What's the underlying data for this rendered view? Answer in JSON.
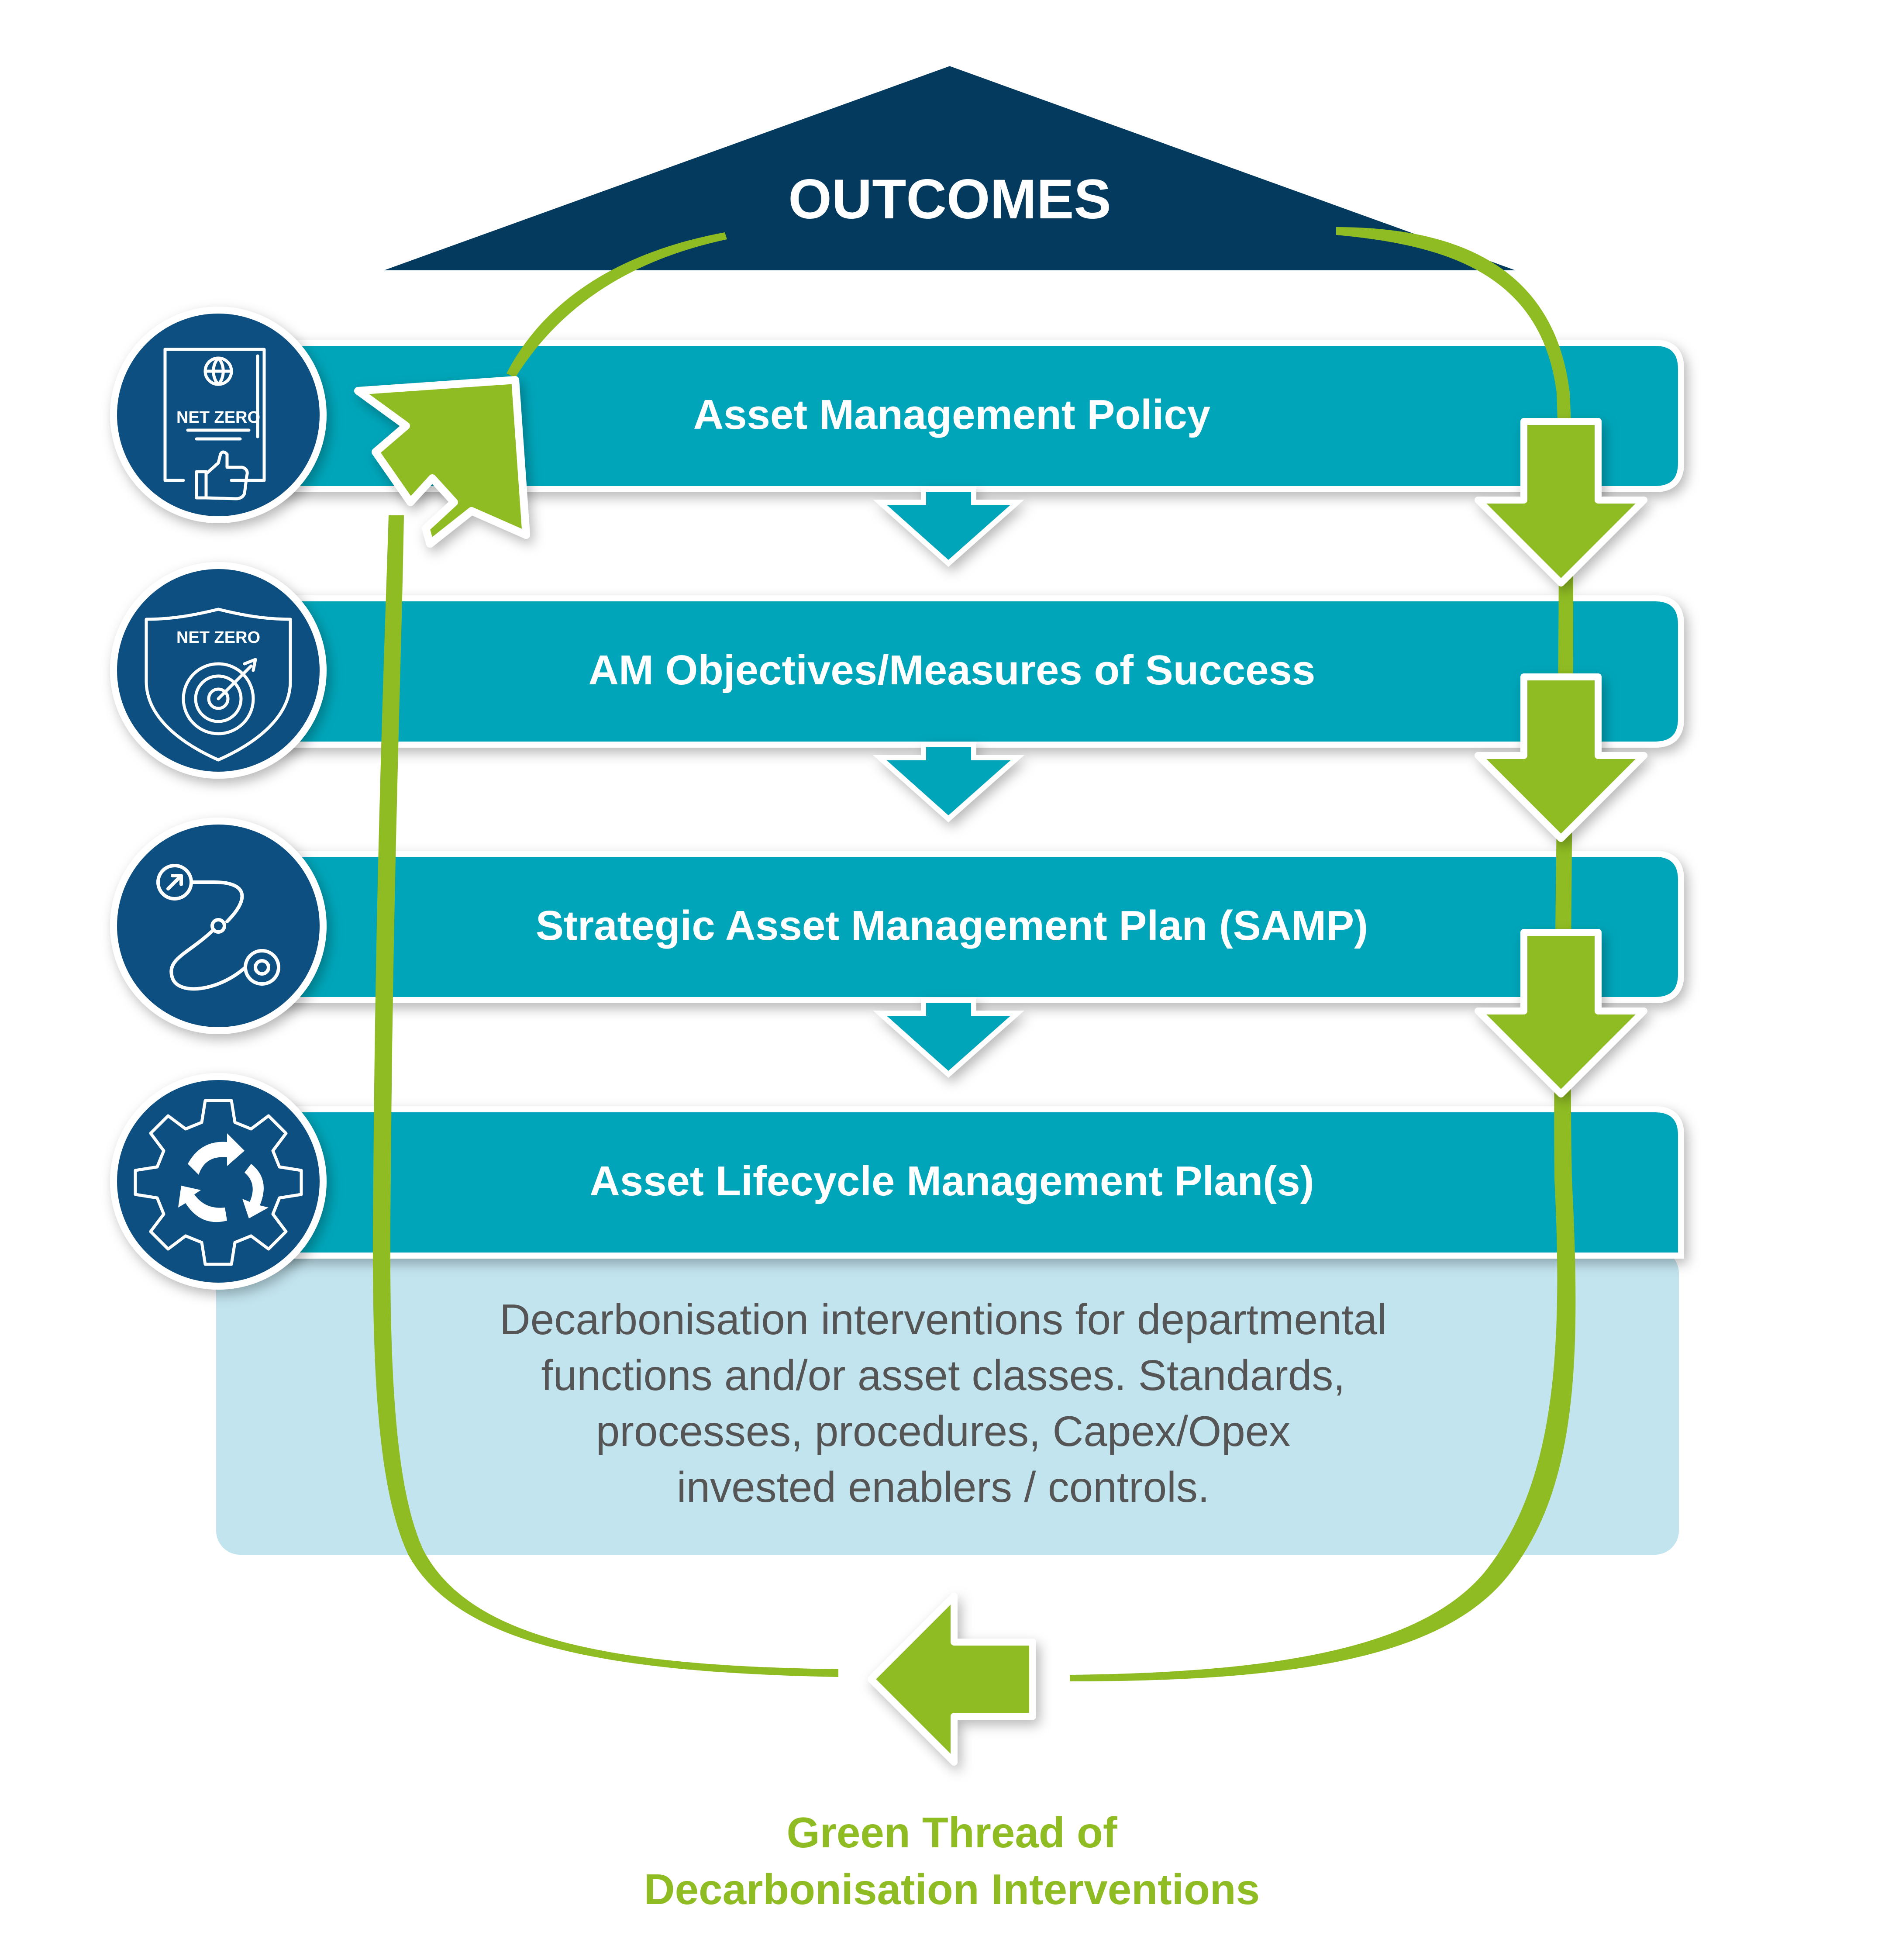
{
  "outcomes": {
    "label": "OUTCOMES"
  },
  "steps": [
    {
      "label": "Asset Management Policy",
      "icon": "net-zero-policy-thumbs-up-icon",
      "icon_text": "NET ZERO"
    },
    {
      "label": "AM Objectives/Measures of Success",
      "icon": "net-zero-shield-target-icon",
      "icon_text": "NET ZERO"
    },
    {
      "label": "Strategic Asset Management Plan (SAMP)",
      "icon": "route-path-icon",
      "icon_text": ""
    },
    {
      "label": "Asset Lifecycle Management Plan(s)",
      "icon": "gear-cycle-icon",
      "icon_text": ""
    }
  ],
  "detail": {
    "lines": [
      "Decarbonisation interventions for departmental",
      "functions and/or asset classes. Standards,",
      "processes, procedures, Capex/Opex",
      "invested enablers / controls."
    ]
  },
  "green_thread": {
    "lines": [
      "Green Thread of",
      "Decarbonisation Interventions"
    ]
  },
  "colors": {
    "navy": "#0f5080",
    "dark_navy": "#033a5e",
    "teal": "#00a5b9",
    "light_blue": "#c2e4ef",
    "green": "#8fbc23",
    "detail_text": "#555555",
    "white": "#ffffff"
  }
}
